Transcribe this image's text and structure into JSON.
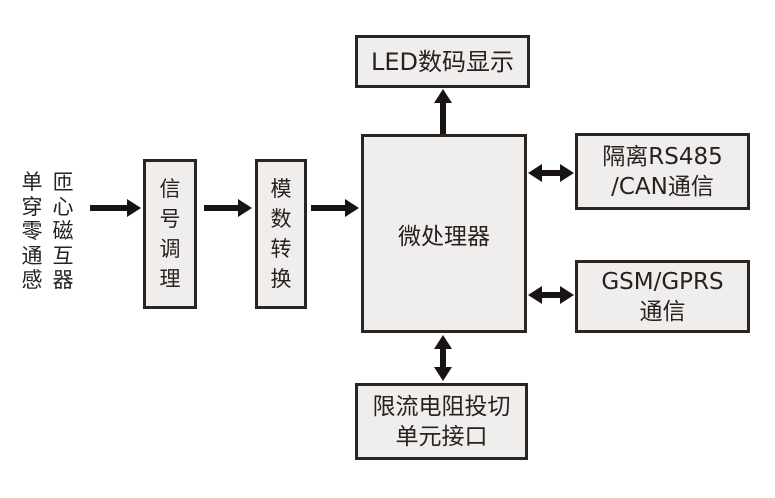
{
  "colors": {
    "background": "#ffffff",
    "box_fill": "#efeeec",
    "box_border": "#2b2522",
    "arrow": "#191412",
    "text": "#272120"
  },
  "source_label": {
    "column_left": "单穿零通感",
    "column_right": "匝心磁互器",
    "reading_order_text": "单匝穿心零磁通互感器"
  },
  "nodes": {
    "signal_conditioning": {
      "label": "信号调理"
    },
    "adc": {
      "label": "模数转换"
    },
    "mcu": {
      "label": "微处理器"
    },
    "led_display": {
      "label": "LED数码显示"
    },
    "rs485_can": {
      "line1": "隔离RS485",
      "line2": "/CAN通信"
    },
    "gsm_gprs": {
      "line1": "GSM/GPRS",
      "line2": "通信"
    },
    "resistor_interface": {
      "line1": "限流电阻投切",
      "line2": "单元接口"
    }
  },
  "connections": [
    {
      "from": "单匝穿心零磁通互感器",
      "to": "信号调理",
      "style": "single-arrow-right"
    },
    {
      "from": "信号调理",
      "to": "模数转换",
      "style": "single-arrow-right"
    },
    {
      "from": "模数转换",
      "to": "微处理器",
      "style": "single-arrow-right"
    },
    {
      "from": "微处理器",
      "to": "LED数码显示",
      "style": "single-arrow-up"
    },
    {
      "from": "微处理器",
      "to": "隔离RS485/CAN通信",
      "style": "double-arrow-horizontal"
    },
    {
      "from": "微处理器",
      "to": "GSM/GPRS通信",
      "style": "double-arrow-horizontal"
    },
    {
      "from": "微处理器",
      "to": "限流电阻投切单元接口",
      "style": "double-arrow-vertical"
    }
  ]
}
